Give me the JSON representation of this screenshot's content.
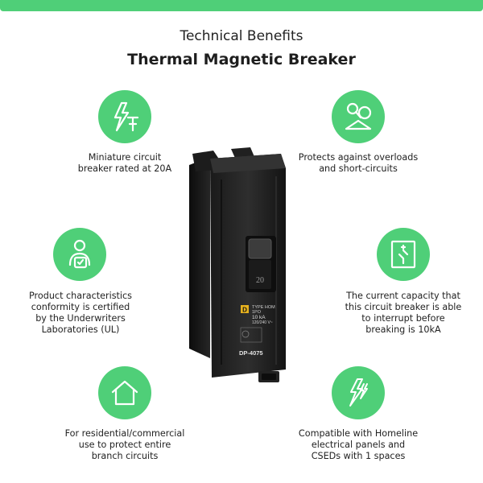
{
  "header": {
    "accent_color": "#4fcf78",
    "title": "Technical Benefits",
    "subtitle": "Thermal Magnetic Breaker"
  },
  "features": [
    {
      "icon": "lightning-tower-icon",
      "lines": [
        "Miniature circuit",
        "breaker rated at 20A"
      ]
    },
    {
      "icon": "overload-protection-icon",
      "lines": [
        "Protects against overloads",
        "and short-circuits"
      ]
    },
    {
      "icon": "certified-person-icon",
      "lines": [
        "Product characteristics",
        "conformity is certified",
        "by the Underwriters",
        "Laboratories (UL)"
      ]
    },
    {
      "icon": "interrupt-switch-icon",
      "lines": [
        "The current capacity that",
        "this circuit breaker is able",
        "to interrupt before",
        "breaking is 10kA"
      ]
    },
    {
      "icon": "house-icon",
      "lines": [
        "For residential/commercial",
        "use to protect entire",
        "branch circuits"
      ]
    },
    {
      "icon": "double-lightning-icon",
      "lines": [
        "Compatible with Homeline",
        "electrical panels and",
        "CSEDs with 1 spaces"
      ]
    }
  ],
  "product": {
    "handle_rating": "20",
    "logo_text": "D",
    "label_lines": [
      "TYPE HOM",
      "1PO",
      "10 kA",
      "120/240 V~"
    ],
    "model": "DP-4075"
  }
}
